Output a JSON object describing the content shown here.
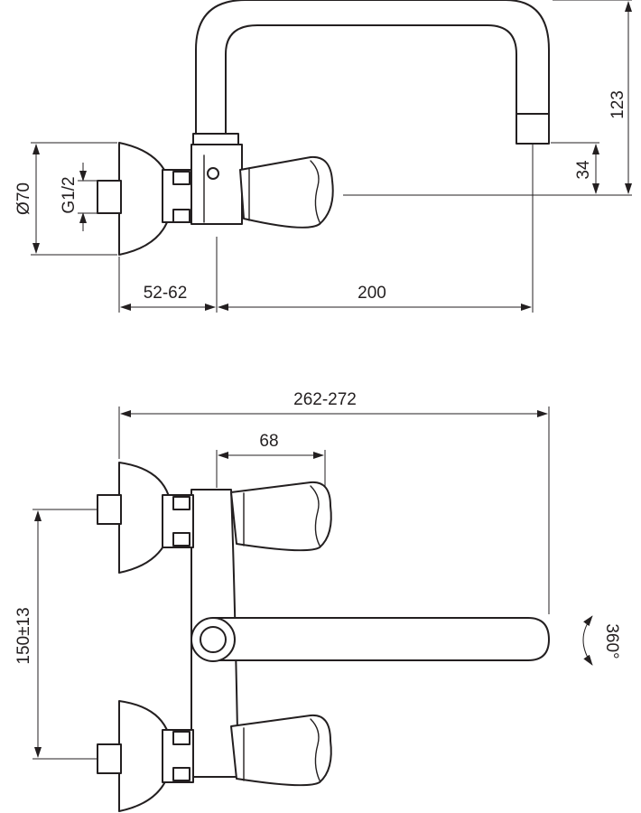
{
  "dimensions": {
    "height_total": "123",
    "height_outlet": "34",
    "diameter_rosette": "Ø70",
    "thread": "G1/2",
    "offset": "52-62",
    "spout_reach": "200",
    "total_length": "262-272",
    "handle_offset": "68",
    "center_distance": "150±13",
    "swivel": "360°"
  },
  "colors": {
    "line": "#231f20",
    "background": "#ffffff"
  }
}
